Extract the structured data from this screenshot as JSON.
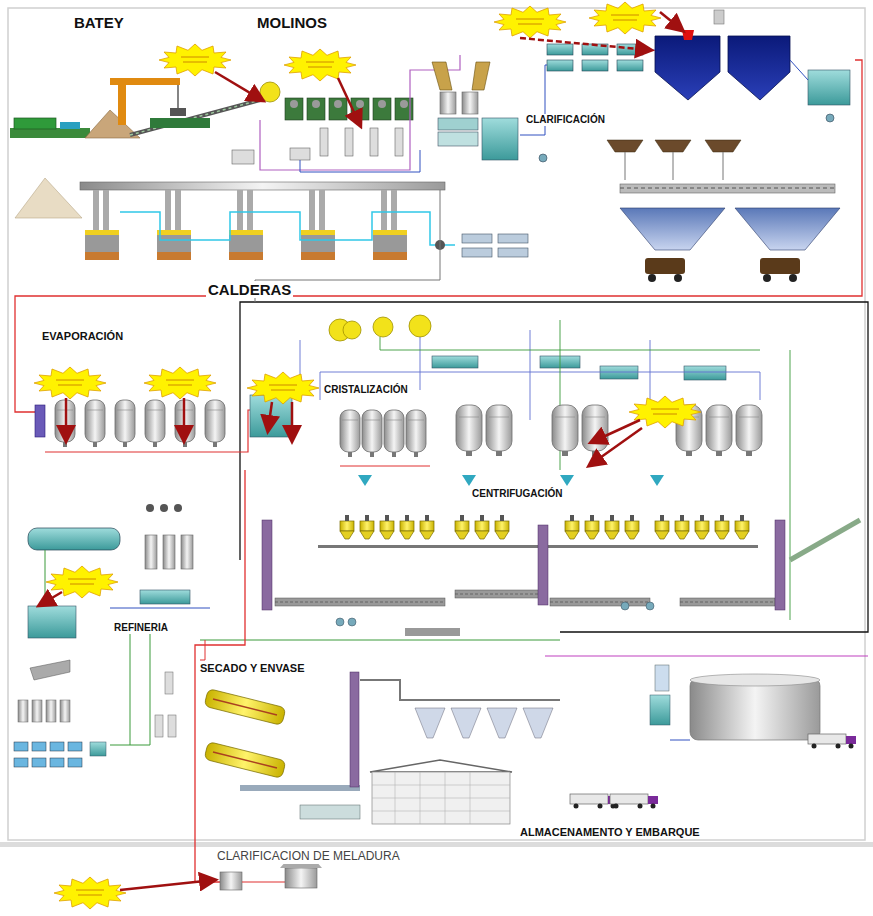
{
  "diagram": {
    "labels": [
      "BATEY",
      "MOLINOS",
      "CLARIFICACIÓN",
      "CALDERAS",
      "EVAPORACIÓN",
      "CRISTALIZACIÓN",
      "CENTRIFUGACIÓN",
      "REFINERIA",
      "SECADO Y ENVASE",
      "ALMACENAMENTO Y EMBARQUE",
      "CLARIFICACION DE MELADURA"
    ]
  }
}
